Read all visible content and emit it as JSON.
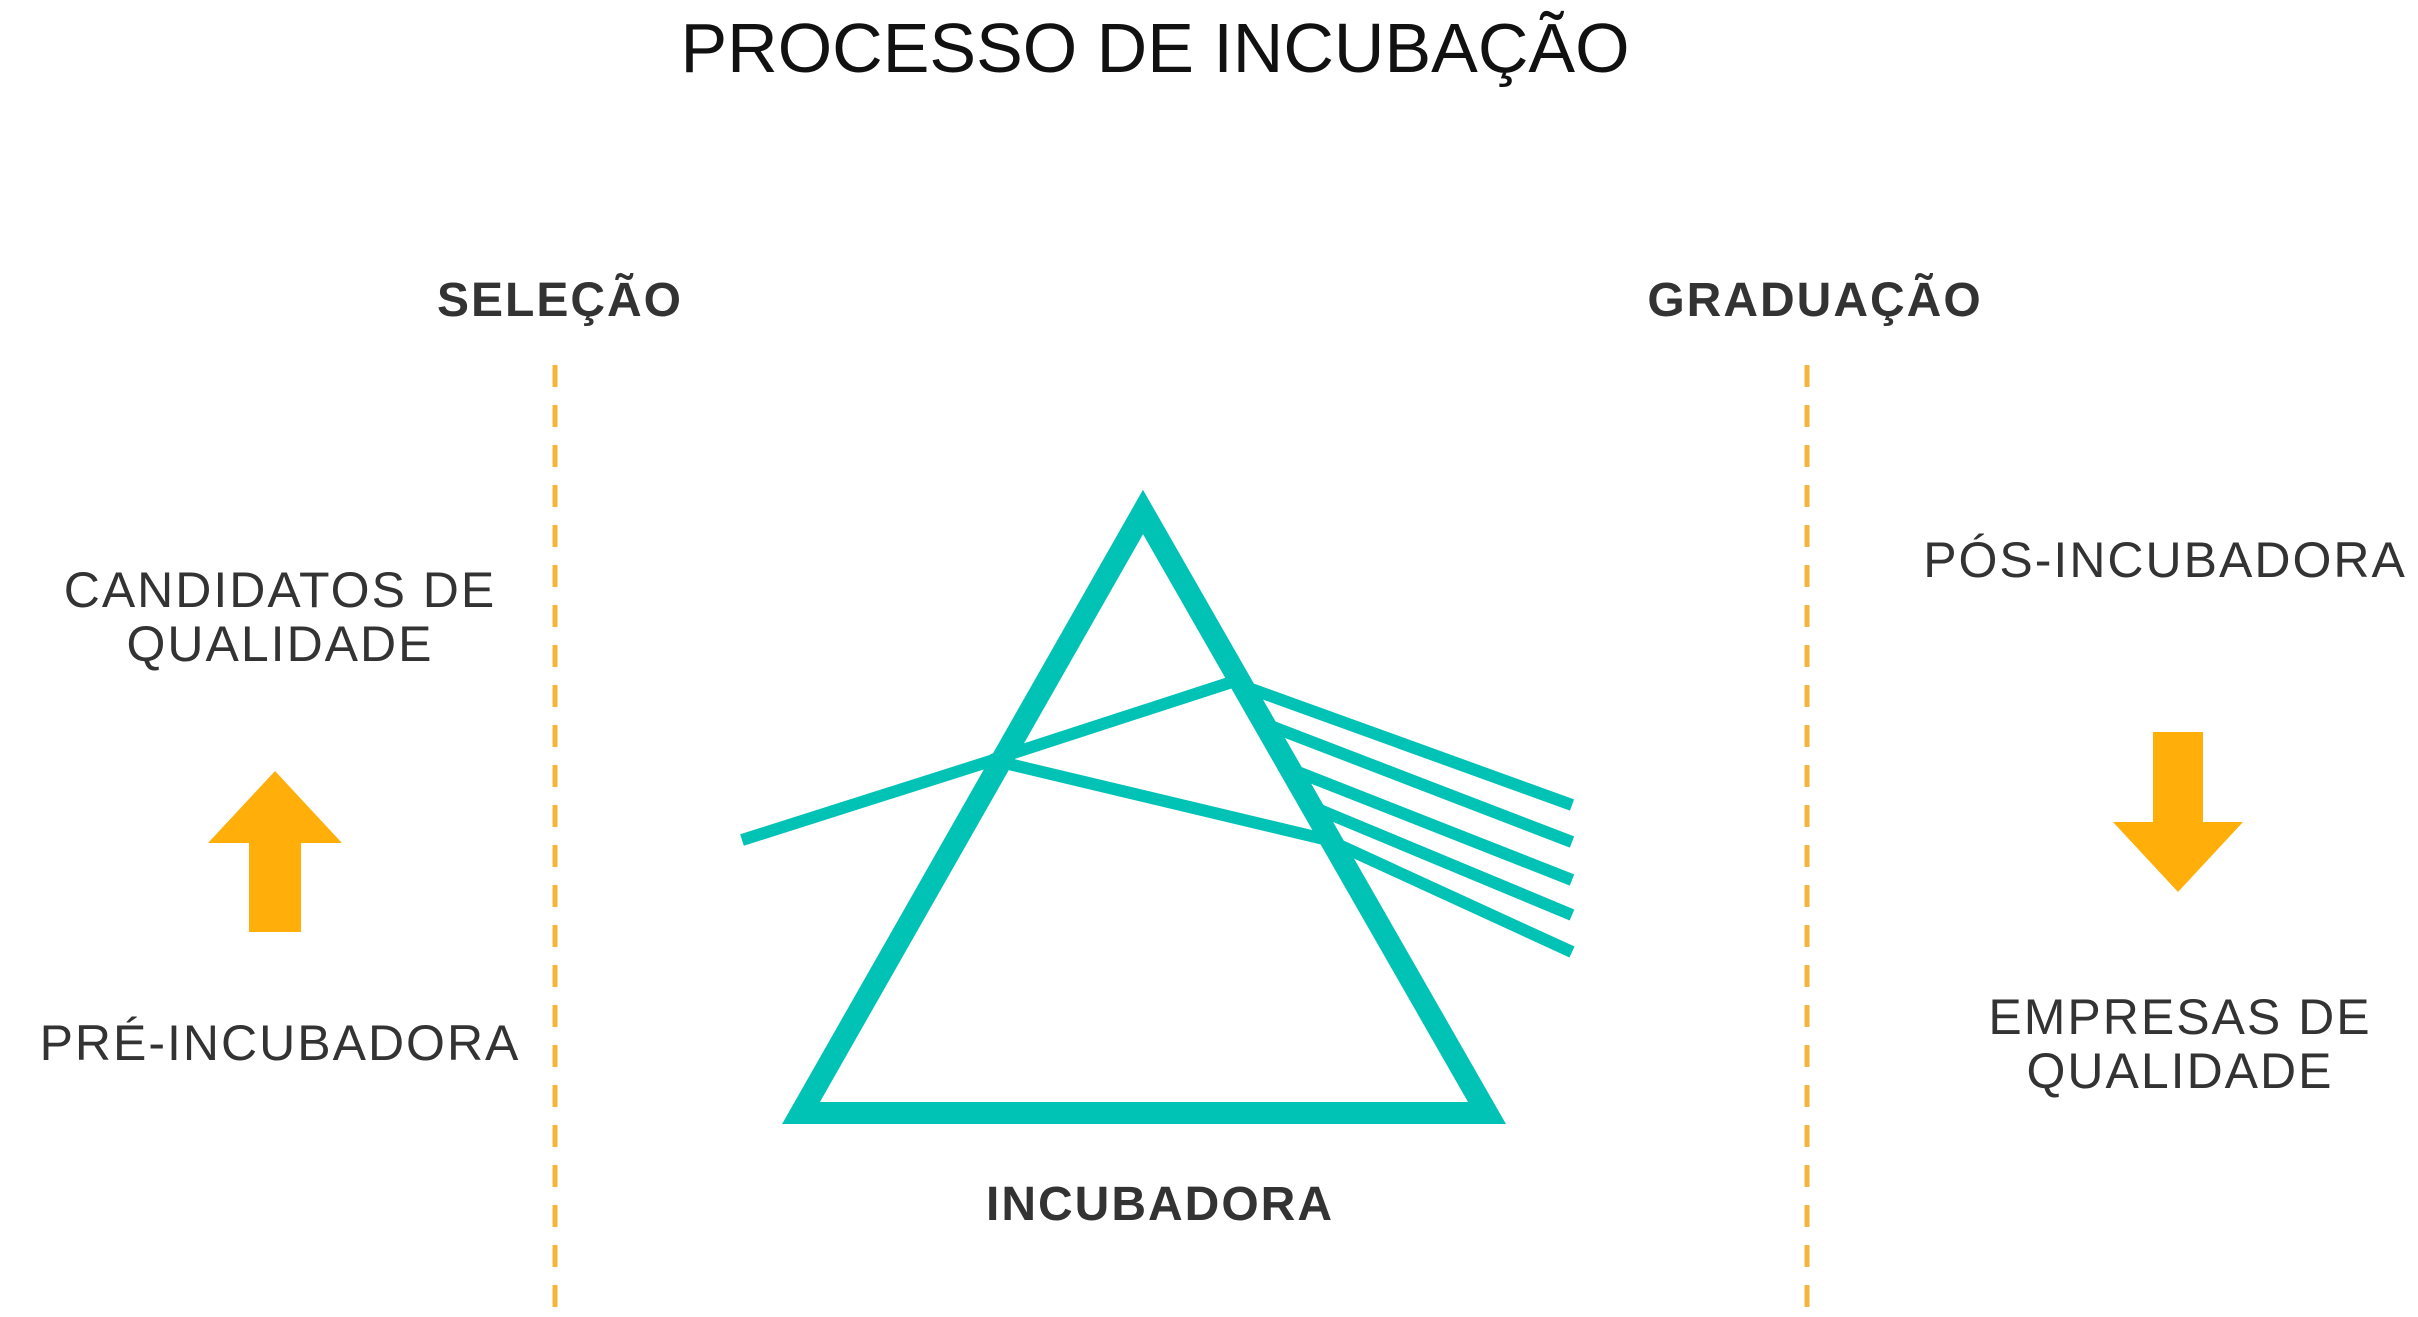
{
  "title": "PROCESSO DE INCUBAÇÃO",
  "stages": {
    "left": "SELEÇÃO",
    "right": "GRADUAÇÃO"
  },
  "left_column": {
    "top_text_line1": "CANDIDATOS DE",
    "top_text_line2": "QUALIDADE",
    "bottom_text": "PRÉ-INCUBADORA",
    "arrow": "arrow-up-icon"
  },
  "right_column": {
    "top_text": "PÓS-INCUBADORA",
    "bottom_text_line1": "EMPRESAS DE",
    "bottom_text_line2": "QUALIDADE",
    "arrow": "arrow-down-icon"
  },
  "center": {
    "label": "INCUBADORA",
    "icon": "prism-icon"
  },
  "colors": {
    "prism": "#00C2B5",
    "arrow": "#FFAE0A",
    "divider": "#F6B43A",
    "text": "#333333"
  }
}
